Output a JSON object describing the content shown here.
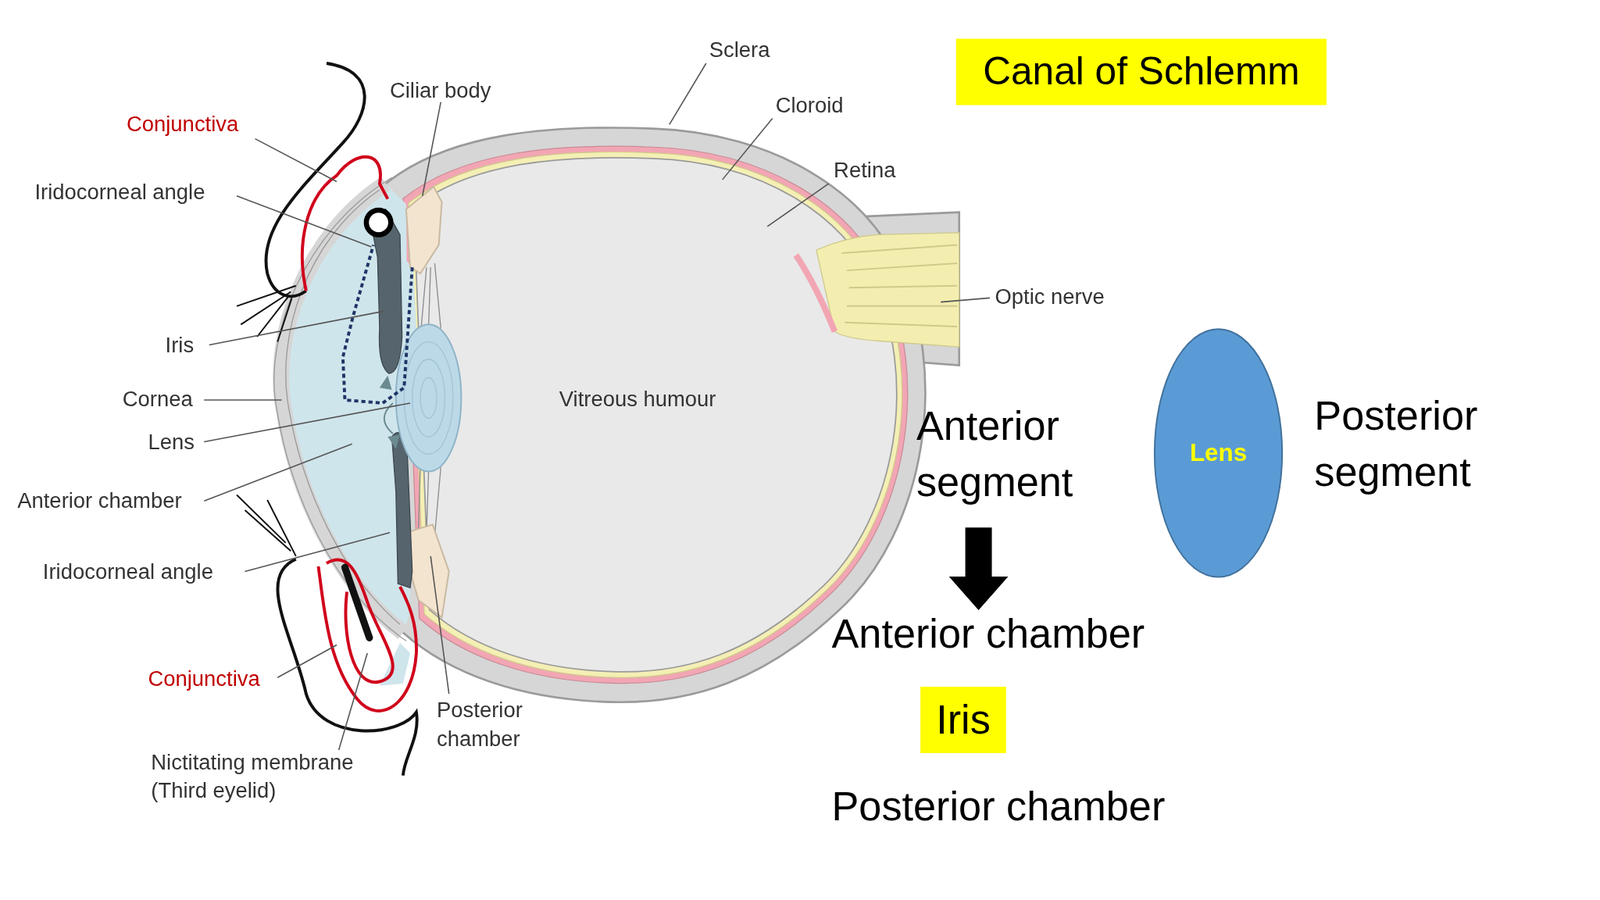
{
  "diagram": {
    "nodes": [
      {
        "text": [
          "Canal of Schlemm"
        ]
      },
      {
        "text": [
          "Lens"
        ]
      },
      {
        "text": [
          "Iris"
        ]
      }
    ],
    "labels": [
      "Sclera",
      "Ciliar body",
      "Cloroid",
      "Conjunctiva",
      "Retina",
      "Iridocorneal angle",
      "Optic nerve",
      "Iris",
      "Vitreous humour",
      "Cornea",
      "Anterior segment",
      "Posterior segment",
      "Lens",
      "Anterior chamber",
      "Iridocorneal angle",
      "Anterior chamber",
      "Conjunctiva",
      "Posterior chamber",
      "Nictitating membrane (Third eyelid)",
      "Posterior chamber"
    ]
  }
}
